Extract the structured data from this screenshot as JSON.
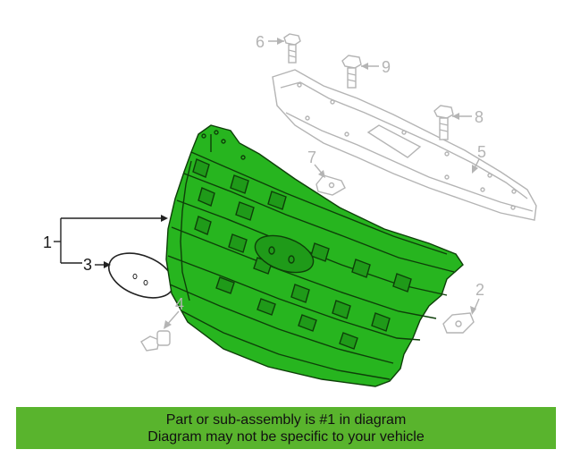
{
  "colors": {
    "highlight": "#27b51f",
    "highlight_dark": "#0e3f09",
    "faded": "#b4b4b4",
    "banner": "#59b42d"
  },
  "callouts": [
    {
      "id": "1",
      "label": "1",
      "state": "active"
    },
    {
      "id": "2",
      "label": "2",
      "state": "faded"
    },
    {
      "id": "3",
      "label": "3",
      "state": "active"
    },
    {
      "id": "4",
      "label": "4",
      "state": "faded"
    },
    {
      "id": "5",
      "label": "5",
      "state": "faded"
    },
    {
      "id": "6",
      "label": "6",
      "state": "faded"
    },
    {
      "id": "7",
      "label": "7",
      "state": "faded"
    },
    {
      "id": "8",
      "label": "8",
      "state": "faded"
    },
    {
      "id": "9",
      "label": "9",
      "state": "faded"
    }
  ],
  "banner": {
    "line1": "Part or sub-assembly is #1 in diagram",
    "line2": "Diagram may not be specific to your vehicle"
  }
}
